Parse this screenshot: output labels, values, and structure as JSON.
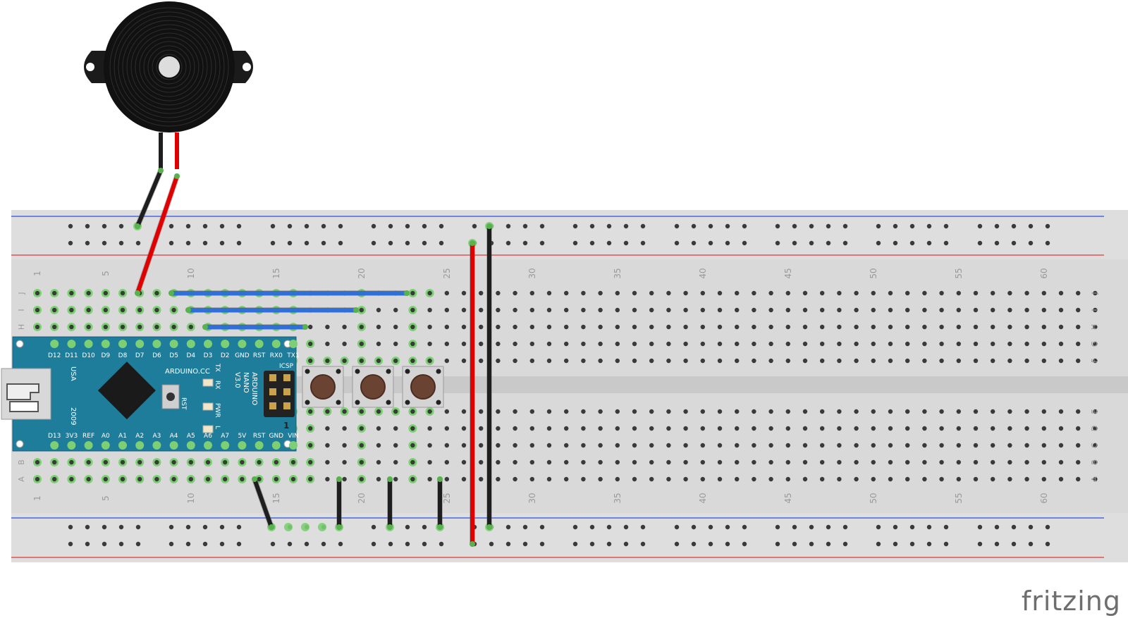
{
  "board": {
    "row_letters_top": [
      "J",
      "I",
      "H",
      "G",
      "F"
    ],
    "row_letters_bottom": [
      "E",
      "D",
      "C",
      "B",
      "A"
    ],
    "column_numbers": [
      "1",
      "5",
      "10",
      "15",
      "20",
      "25",
      "30",
      "35",
      "40",
      "45",
      "50",
      "55",
      "60"
    ]
  },
  "nano": {
    "pins_top": [
      "D12",
      "D11",
      "D10",
      "D9",
      "D8",
      "D7",
      "D6",
      "D5",
      "D4",
      "D3",
      "D2",
      "GND",
      "RST",
      "RX0",
      "TX1"
    ],
    "pins_bottom": [
      "D13",
      "3V3",
      "REF",
      "A0",
      "A1",
      "A2",
      "A3",
      "A4",
      "A5",
      "A6",
      "A7",
      "5V",
      "RST",
      "GND",
      "VIN"
    ],
    "brand": "ARDUINO.CC",
    "model_lines": [
      "ARDUINO",
      "NANO",
      "V3.0"
    ],
    "usa": "USA",
    "year": "2009",
    "icsp": "ICSP",
    "rst_label": "RST",
    "led_labels": [
      "TX",
      "RX",
      "PWR",
      "L"
    ],
    "one": "1",
    "color": "#1f7d9c"
  },
  "components": {
    "buzzer": "piezo-buzzer",
    "buttons": 3
  },
  "wires": {
    "colors": {
      "blue": "#2f6fd6",
      "red": "#e00000",
      "black": "#1e1e1e"
    }
  },
  "watermark": "fritzing"
}
